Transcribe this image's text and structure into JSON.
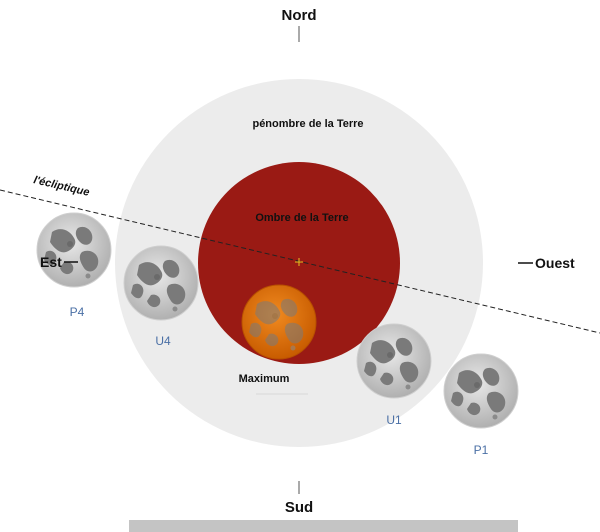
{
  "labels": {
    "north": "Nord",
    "south": "Sud",
    "east": "Est",
    "west": "Ouest",
    "penumbra": "pénombre de la Terre",
    "umbra": "Ombre de la Terre",
    "ecliptic": "l'écliptique",
    "maximum": "Maximum"
  },
  "contacts": [
    {
      "id": "P4",
      "label": "P4"
    },
    {
      "id": "U4",
      "label": "U4"
    },
    {
      "id": "U1",
      "label": "U1"
    },
    {
      "id": "P1",
      "label": "P1"
    }
  ],
  "colors": {
    "penumbra": "#ececec",
    "umbra": "#9a1a14",
    "moon_eclipsed": "#e07a10",
    "moon_normal": "#b8b8b8",
    "label_blue": "#4a6fa5",
    "bottom_bar": "#c4c4c4",
    "center_mark": "#e8c020"
  }
}
